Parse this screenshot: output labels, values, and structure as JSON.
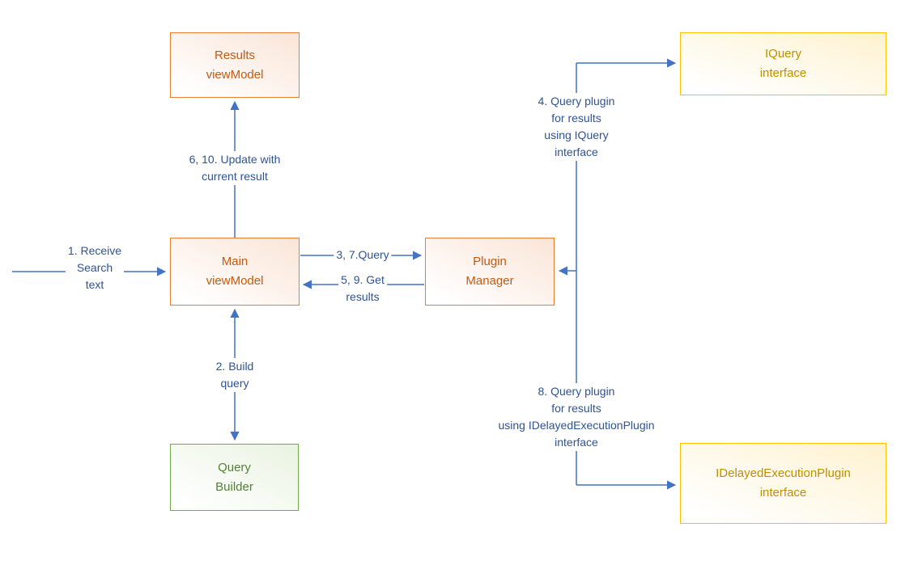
{
  "diagram": {
    "nodes": {
      "results_viewmodel": {
        "label": "Results\nviewModel"
      },
      "iquery_interface": {
        "label": "IQuery\ninterface"
      },
      "main_viewmodel": {
        "label": "Main\nviewModel"
      },
      "plugin_manager": {
        "label": "Plugin\nManager"
      },
      "query_builder": {
        "label": "Query\nBuilder"
      },
      "idelayedexecutionplugin_interface": {
        "label": "IDelayedExecutionPlugin\ninterface"
      }
    },
    "edges": {
      "receive_search": {
        "label": "1. Receive\nSearch\ntext"
      },
      "update_result": {
        "label": "6, 10. Update with\ncurrent result"
      },
      "query": {
        "label": "3, 7.Query"
      },
      "get_results": {
        "label": "5, 9. Get\nresults"
      },
      "build_query": {
        "label": "2. Build\nquery"
      },
      "query_iquery": {
        "label": "4. Query plugin\nfor results\nusing IQuery\ninterface"
      },
      "query_idelayed": {
        "label": "8. Query plugin\nfor results\nusing IDelayedExecutionPlugin\ninterface"
      }
    },
    "colors": {
      "connector": "#4472C4",
      "connector_text": "#2E5395",
      "orange_border": "#ED7D31",
      "orange_text": "#C55A11",
      "yellow_border": "#FFC000",
      "yellow_text": "#BF8F00",
      "green_border": "#70AD47",
      "green_text": "#538135"
    }
  }
}
